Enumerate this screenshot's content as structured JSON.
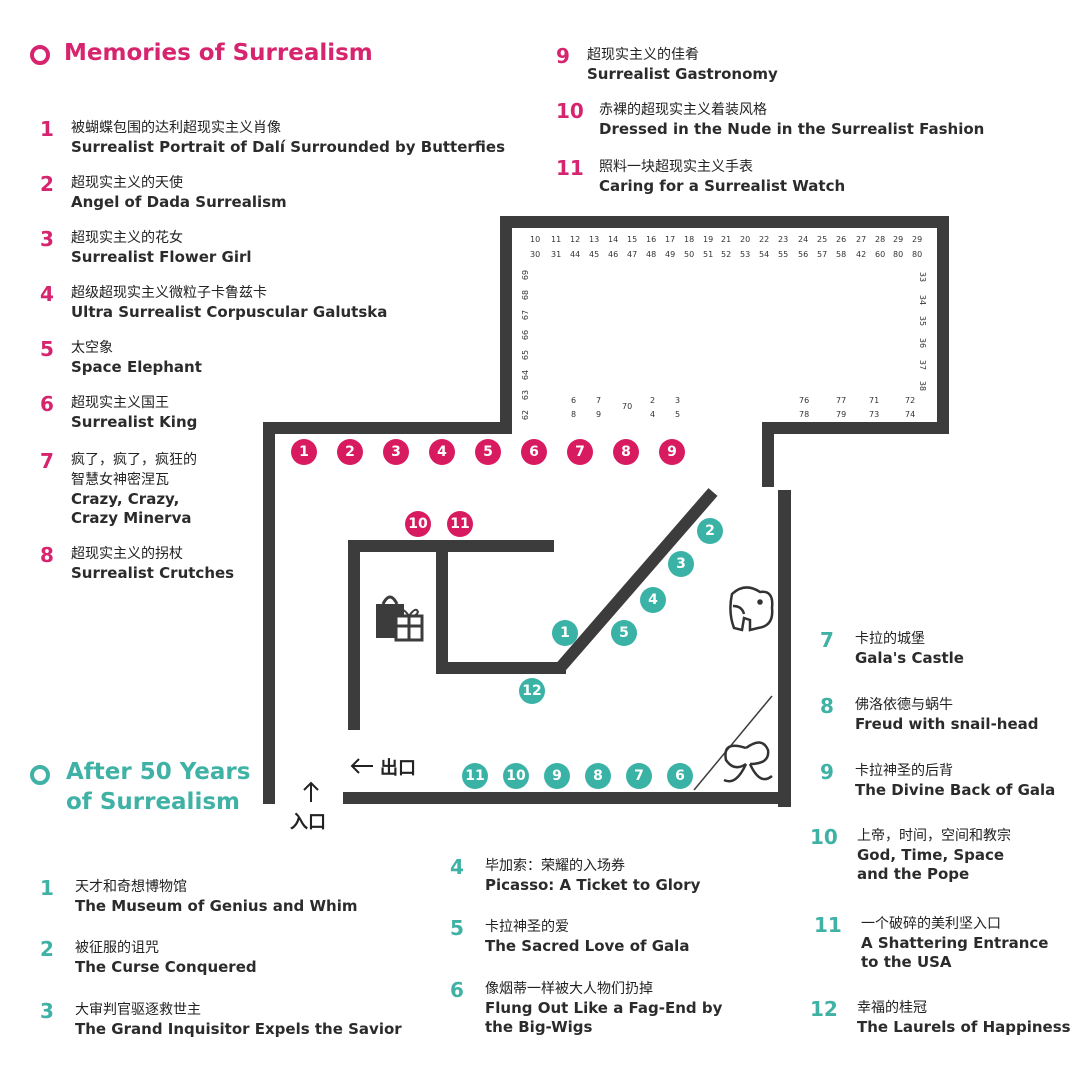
{
  "colors": {
    "pink": "#d6246e",
    "teal": "#3fb1a5",
    "wall": "#3c3c3c"
  },
  "memories": {
    "title": "Memories of Surrealism",
    "items": [
      {
        "num": "1",
        "zh": "被蝴蝶包围的达利超现实主义肖像",
        "en": "Surrealist Portrait of Dalí Surrounded by Butterfies"
      },
      {
        "num": "2",
        "zh": "超现实主义的天使",
        "en": "Angel of Dada Surrealism"
      },
      {
        "num": "3",
        "zh": "超现实主义的花女",
        "en": "Surrealist Flower Girl"
      },
      {
        "num": "4",
        "zh": "超级超现实主义微粒子卡鲁兹卡",
        "en": "Ultra Surrealist Corpuscular Galutska"
      },
      {
        "num": "5",
        "zh": "太空象",
        "en": "Space Elephant"
      },
      {
        "num": "6",
        "zh": "超现实主义国王",
        "en": "Surrealist King"
      },
      {
        "num": "7",
        "zh": "疯了，疯了，疯狂的",
        "zh2": "智慧女神密涅瓦",
        "en": "Crazy, Crazy,\nCrazy Minerva"
      },
      {
        "num": "8",
        "zh": "超现实主义的拐杖",
        "en": "Surrealist Crutches"
      },
      {
        "num": "9",
        "zh": "超现实主义的佳肴",
        "en": "Surrealist Gastronomy"
      },
      {
        "num": "10",
        "zh": "赤裸的超现实主义着装风格",
        "en": "Dressed in the Nude in the Surrealist Fashion"
      },
      {
        "num": "11",
        "zh": "照料一块超现实主义手表",
        "en": "Caring for a Surrealist Watch"
      }
    ]
  },
  "after": {
    "title_line1": "After 50 Years",
    "title_line2": "of Surrealism",
    "items": [
      {
        "num": "1",
        "zh": "天才和奇想博物馆",
        "en": "The Museum of Genius and Whim"
      },
      {
        "num": "2",
        "zh": "被征服的诅咒",
        "en": "The Curse Conquered"
      },
      {
        "num": "3",
        "zh": "大审判官驱逐救世主",
        "en": "The Grand Inquisitor Expels the Savior"
      },
      {
        "num": "4",
        "zh": "毕加索：荣耀的入场券",
        "en": "Picasso: A Ticket to Glory"
      },
      {
        "num": "5",
        "zh": "卡拉神圣的爱",
        "en": "The Sacred Love of Gala"
      },
      {
        "num": "6",
        "zh": "像烟蒂一样被大人物们扔掉",
        "en": "Flung Out Like a Fag-End by\nthe Big-Wigs"
      },
      {
        "num": "7",
        "zh": "卡拉的城堡",
        "en": "Gala's Castle"
      },
      {
        "num": "8",
        "zh": "佛洛依德与蜗牛",
        "en": "Freud with snail-head"
      },
      {
        "num": "9",
        "zh": "卡拉神圣的后背",
        "en": "The Divine Back of Gala"
      },
      {
        "num": "10",
        "zh": "上帝，时间，空间和教宗",
        "en": "God, Time, Space\nand the Pope"
      },
      {
        "num": "11",
        "zh": "一个破碎的美利坚入口",
        "en": "A Shattering Entrance\nto the USA"
      },
      {
        "num": "12",
        "zh": "幸福的桂冠",
        "en": "The Laurels of Happiness"
      }
    ]
  },
  "map": {
    "exit_label": "出口",
    "entrance_label": "入口",
    "pink_top": [
      "1",
      "2",
      "3",
      "4",
      "5",
      "6",
      "7",
      "8",
      "9"
    ],
    "pink_inner": [
      "10",
      "11"
    ],
    "teal_bottom": [
      "11",
      "10",
      "9",
      "8",
      "7",
      "6"
    ],
    "teal_diag": [
      "2",
      "3",
      "4",
      "5",
      "1",
      "12"
    ],
    "room_top_row1": [
      "10",
      "11",
      "12",
      "13",
      "14",
      "15",
      "16",
      "17",
      "18",
      "19",
      "21",
      "20",
      "22",
      "23",
      "24",
      "25",
      "26",
      "27",
      "28",
      "29",
      "29"
    ],
    "room_top_row2": [
      "30",
      "31",
      "44",
      "45",
      "46",
      "47",
      "48",
      "49",
      "50",
      "51",
      "52",
      "53",
      "54",
      "55",
      "56",
      "57",
      "58",
      "42",
      "60",
      "80",
      "80"
    ],
    "room_left_col": [
      "69",
      "68",
      "67",
      "66",
      "65",
      "64",
      "63",
      "62"
    ],
    "room_right_col": [
      "33",
      "34",
      "35",
      "36",
      "37",
      "38"
    ],
    "room_bottom_a": [
      "6",
      "7",
      "70",
      "2",
      "3"
    ],
    "room_bottom_b": [
      "8",
      "9",
      "4",
      "5"
    ],
    "room_bottom_c": [
      "76",
      "77",
      "71",
      "72"
    ],
    "room_bottom_d": [
      "78",
      "79",
      "73",
      "74"
    ]
  }
}
